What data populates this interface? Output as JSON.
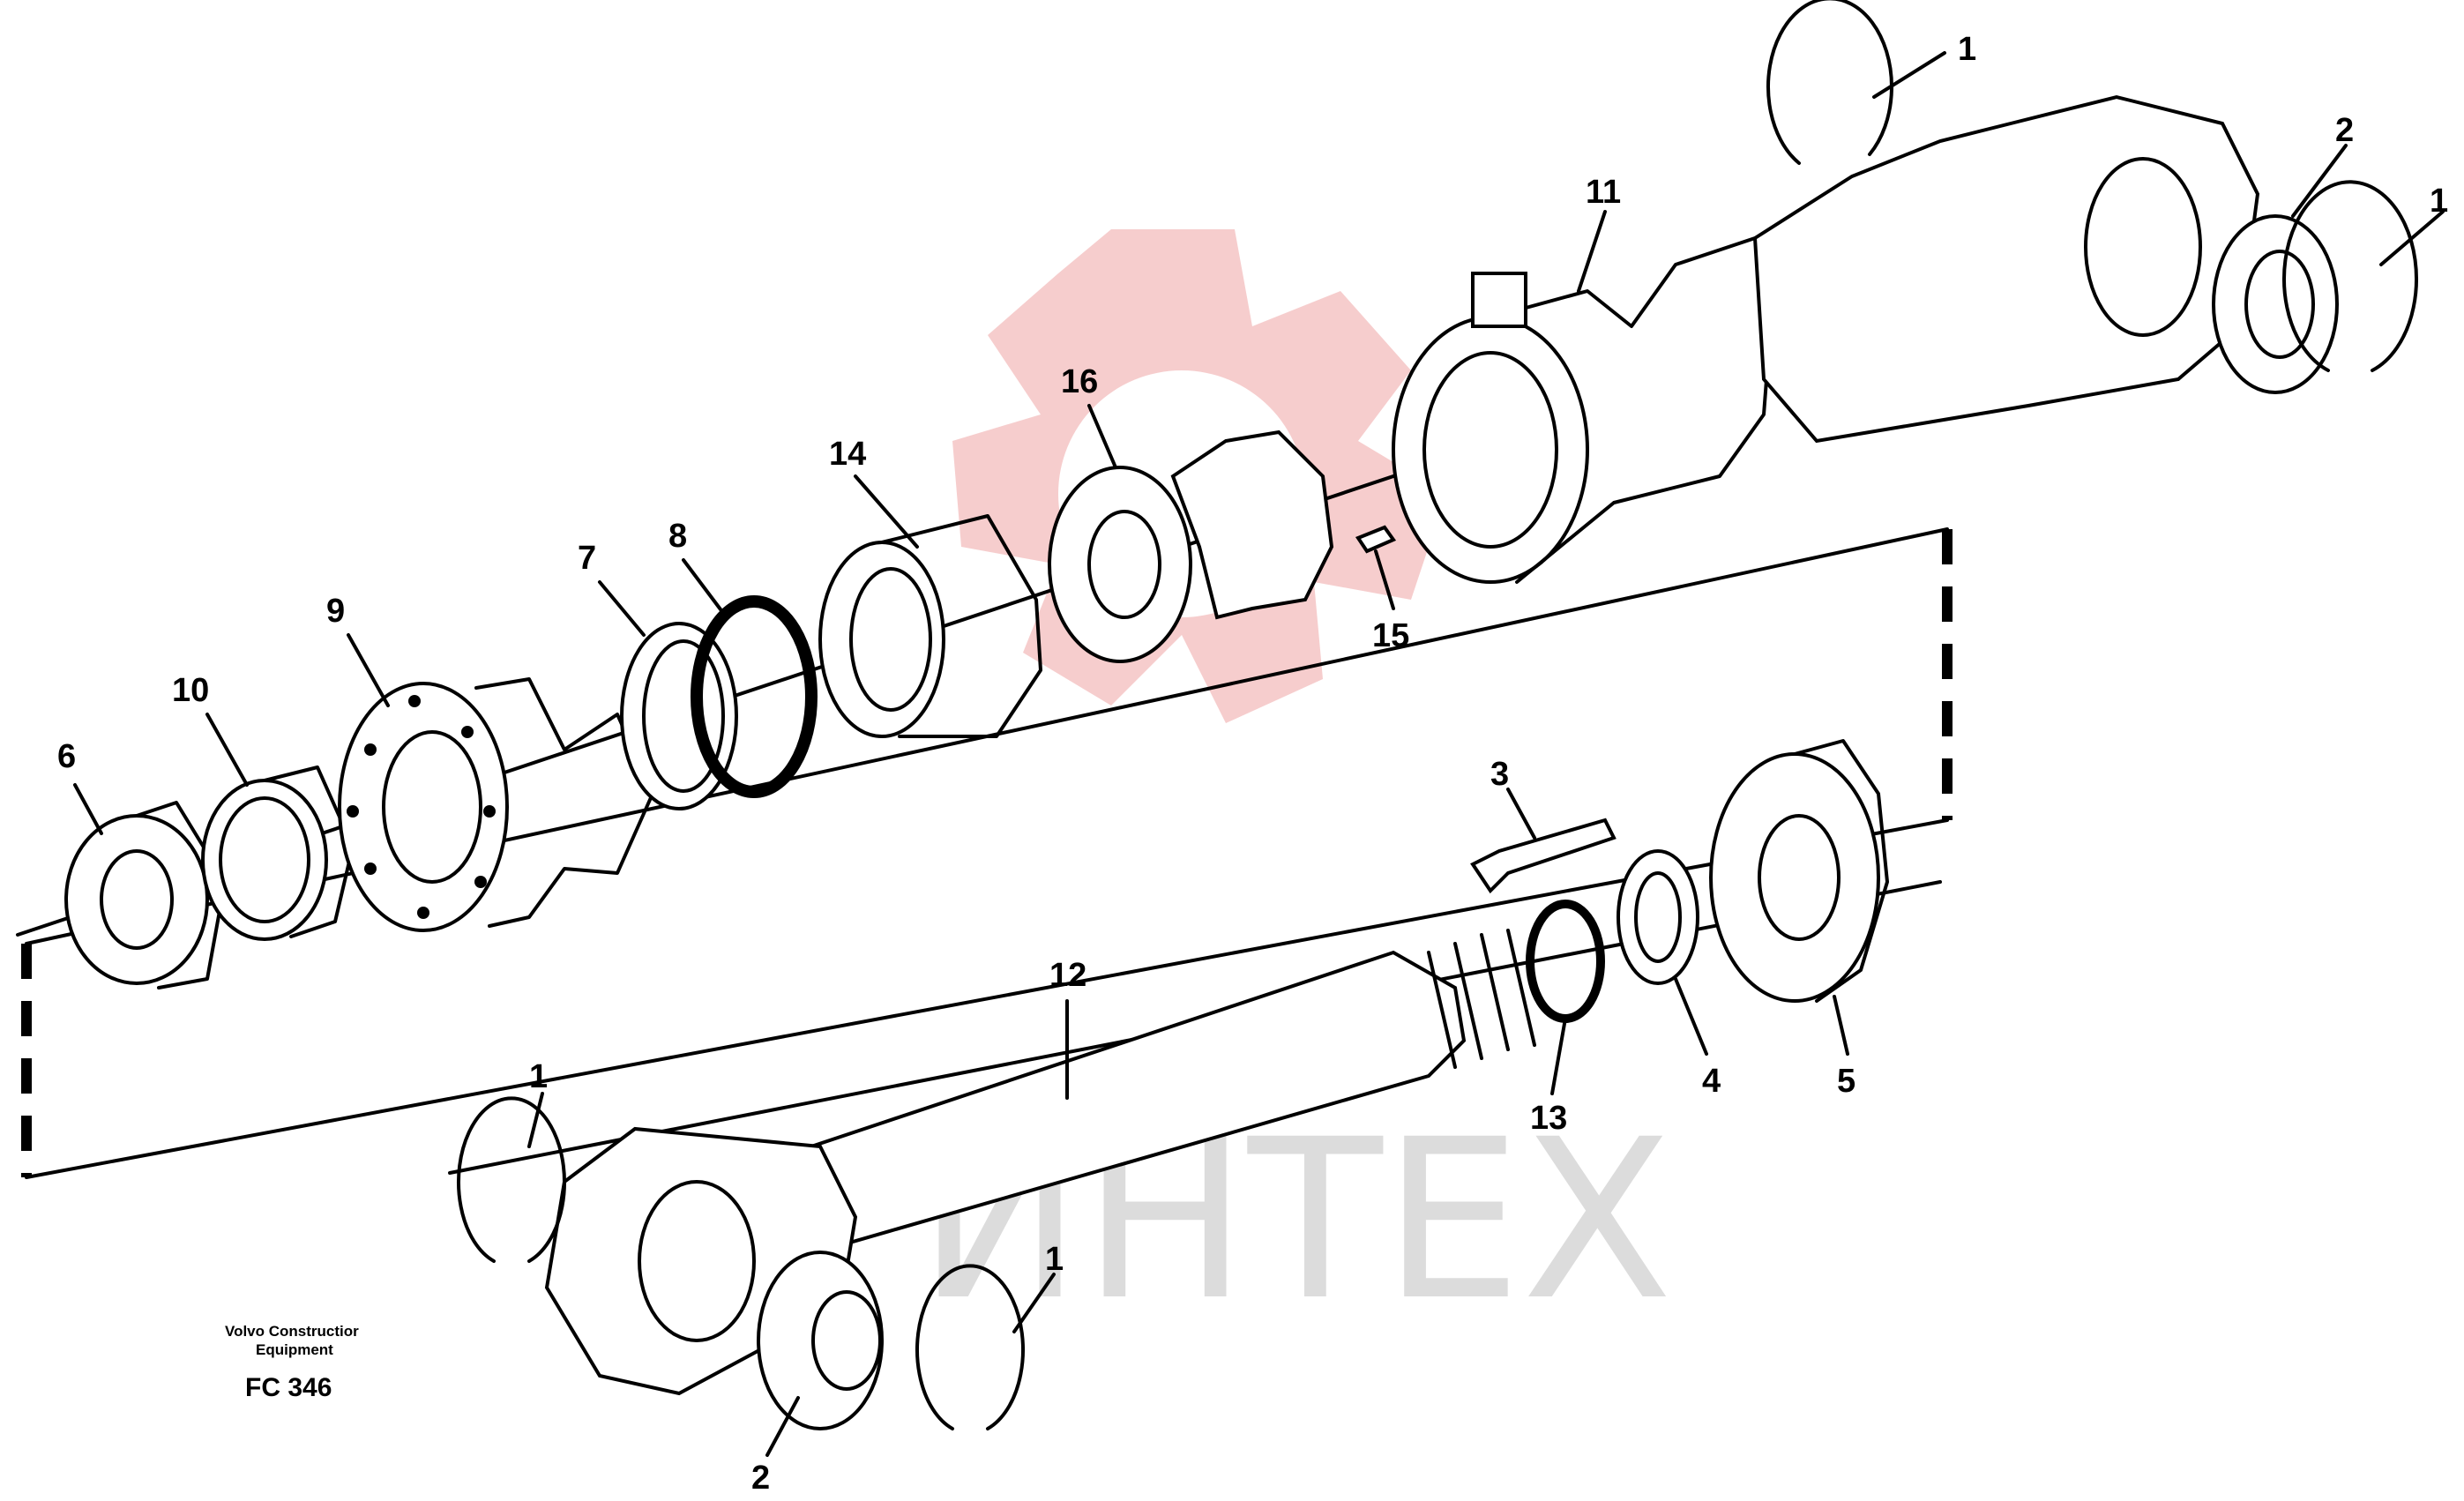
{
  "diagram": {
    "watermark": {
      "text": "ИНТЕХ",
      "gear_color": "#f5c8c8",
      "text_color": "#dcdcdc"
    },
    "caption": {
      "company_line1": "Volvo Constructior",
      "company_line2": "Equipment",
      "code": "FC 346"
    },
    "callouts": [
      {
        "id": "c1a",
        "number": "1"
      },
      {
        "id": "c2a",
        "number": "2"
      },
      {
        "id": "c1b",
        "number": "1"
      },
      {
        "id": "c11",
        "number": "11"
      },
      {
        "id": "c16",
        "number": "16"
      },
      {
        "id": "c14",
        "number": "14"
      },
      {
        "id": "c15",
        "number": "15"
      },
      {
        "id": "c8",
        "number": "8"
      },
      {
        "id": "c7",
        "number": "7"
      },
      {
        "id": "c9",
        "number": "9"
      },
      {
        "id": "c10",
        "number": "10"
      },
      {
        "id": "c6",
        "number": "6"
      },
      {
        "id": "c3",
        "number": "3"
      },
      {
        "id": "c12",
        "number": "12"
      },
      {
        "id": "c4",
        "number": "4"
      },
      {
        "id": "c5",
        "number": "5"
      },
      {
        "id": "c13",
        "number": "13"
      },
      {
        "id": "c1c",
        "number": "1"
      },
      {
        "id": "c1d",
        "number": "1"
      },
      {
        "id": "c2b",
        "number": "2"
      }
    ]
  }
}
